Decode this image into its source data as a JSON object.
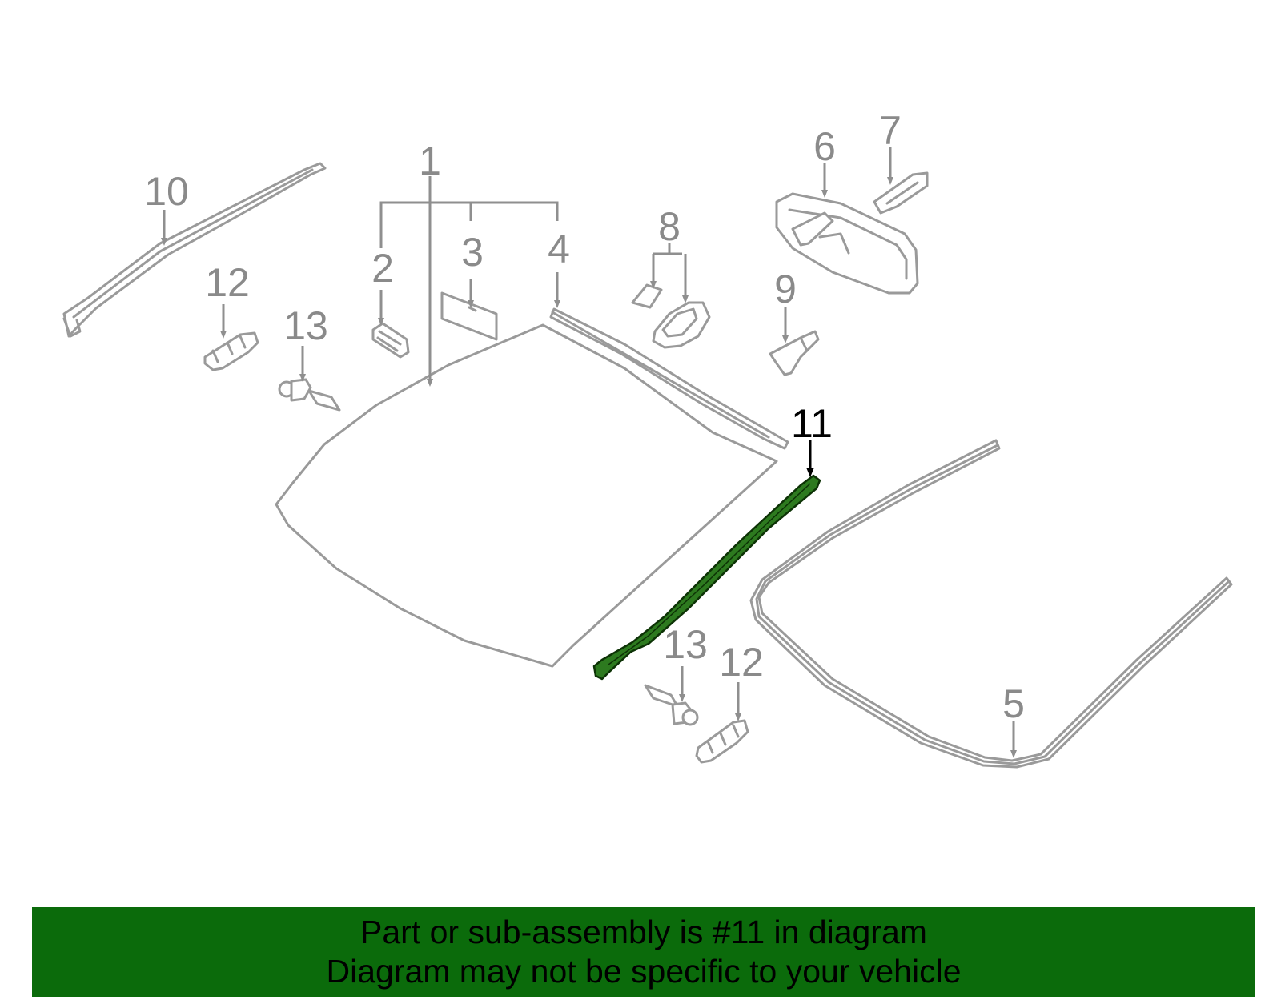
{
  "callouts": [
    {
      "id": "1",
      "label": "1",
      "highlighted": false
    },
    {
      "id": "2",
      "label": "2",
      "highlighted": false
    },
    {
      "id": "3",
      "label": "3",
      "highlighted": false
    },
    {
      "id": "4",
      "label": "4",
      "highlighted": false
    },
    {
      "id": "5",
      "label": "5",
      "highlighted": false
    },
    {
      "id": "6",
      "label": "6",
      "highlighted": false
    },
    {
      "id": "7",
      "label": "7",
      "highlighted": false
    },
    {
      "id": "8",
      "label": "8",
      "highlighted": false
    },
    {
      "id": "9",
      "label": "9",
      "highlighted": false
    },
    {
      "id": "10",
      "label": "10",
      "highlighted": false
    },
    {
      "id": "11",
      "label": "11",
      "highlighted": true
    },
    {
      "id": "12a",
      "label": "12",
      "highlighted": false
    },
    {
      "id": "12b",
      "label": "12",
      "highlighted": false
    },
    {
      "id": "13a",
      "label": "13",
      "highlighted": false
    },
    {
      "id": "13b",
      "label": "13",
      "highlighted": false
    }
  ],
  "banner": {
    "line1": "Part or sub-assembly is #11 in diagram",
    "line2": "Diagram may not be specific to your vehicle"
  },
  "colors": {
    "part_outline": "#9a9a9a",
    "label_default": "#8a8a8a",
    "label_highlight": "#000000",
    "highlight_part": "#2d7a1f",
    "banner_background": "#0b6b0b",
    "banner_text": "#000000"
  }
}
